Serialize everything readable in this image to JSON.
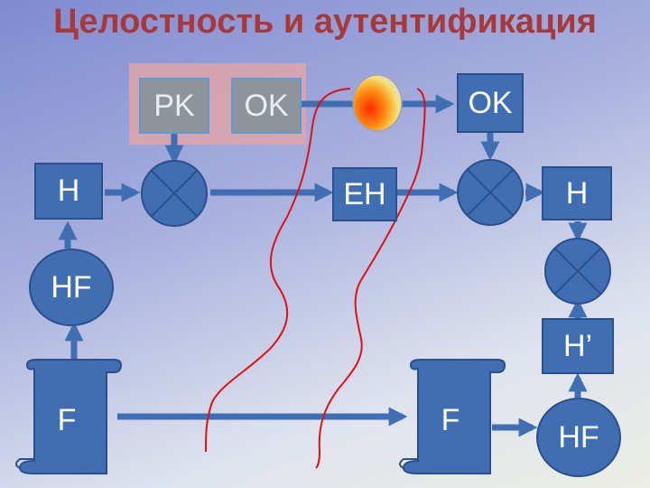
{
  "title": "Целостность и аутентификация",
  "nodes": {
    "pk": "PK",
    "ok_left": "OK",
    "ok_right": "OK",
    "h_left": "H",
    "hf_left": "HF",
    "eh": "EH",
    "h_right": "H",
    "h_prime": "H’",
    "hf_right": "HF",
    "f_left": "F",
    "f_right": "F"
  },
  "colors": {
    "box_fill": "#3f6fb2",
    "box_stroke": "#2a4f8a",
    "grey_fill": "#8e949a",
    "title": "#a8383a",
    "pink_group": "#e8a4a4",
    "red_line": "#e01010"
  }
}
